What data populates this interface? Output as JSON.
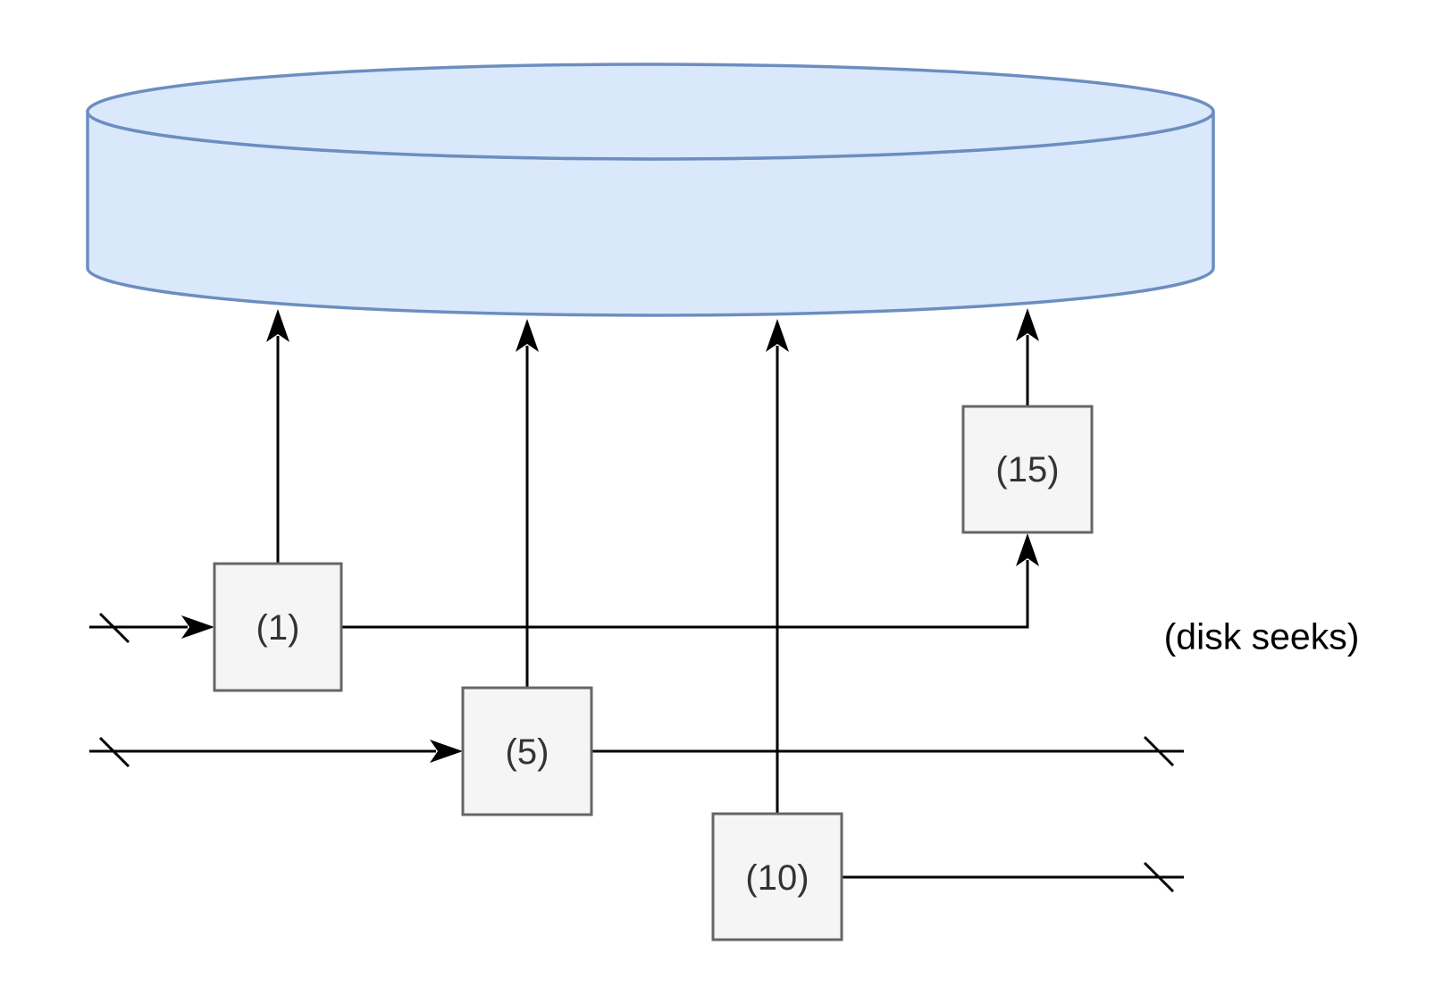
{
  "diagram": {
    "disk_icon": "disk-cylinder",
    "boxes": [
      {
        "label": "(1)"
      },
      {
        "label": "(5)"
      },
      {
        "label": "(10)"
      },
      {
        "label": "(15)"
      }
    ],
    "annotation": "(disk seeks)",
    "colors": {
      "disk_fill": "#dae8fc",
      "disk_stroke": "#6c8ebf",
      "box_fill": "#f5f5f5",
      "box_stroke": "#666666",
      "line": "#000000",
      "box_text": "#333333",
      "annotation_text": "#000000",
      "background": "#ffffff"
    }
  }
}
